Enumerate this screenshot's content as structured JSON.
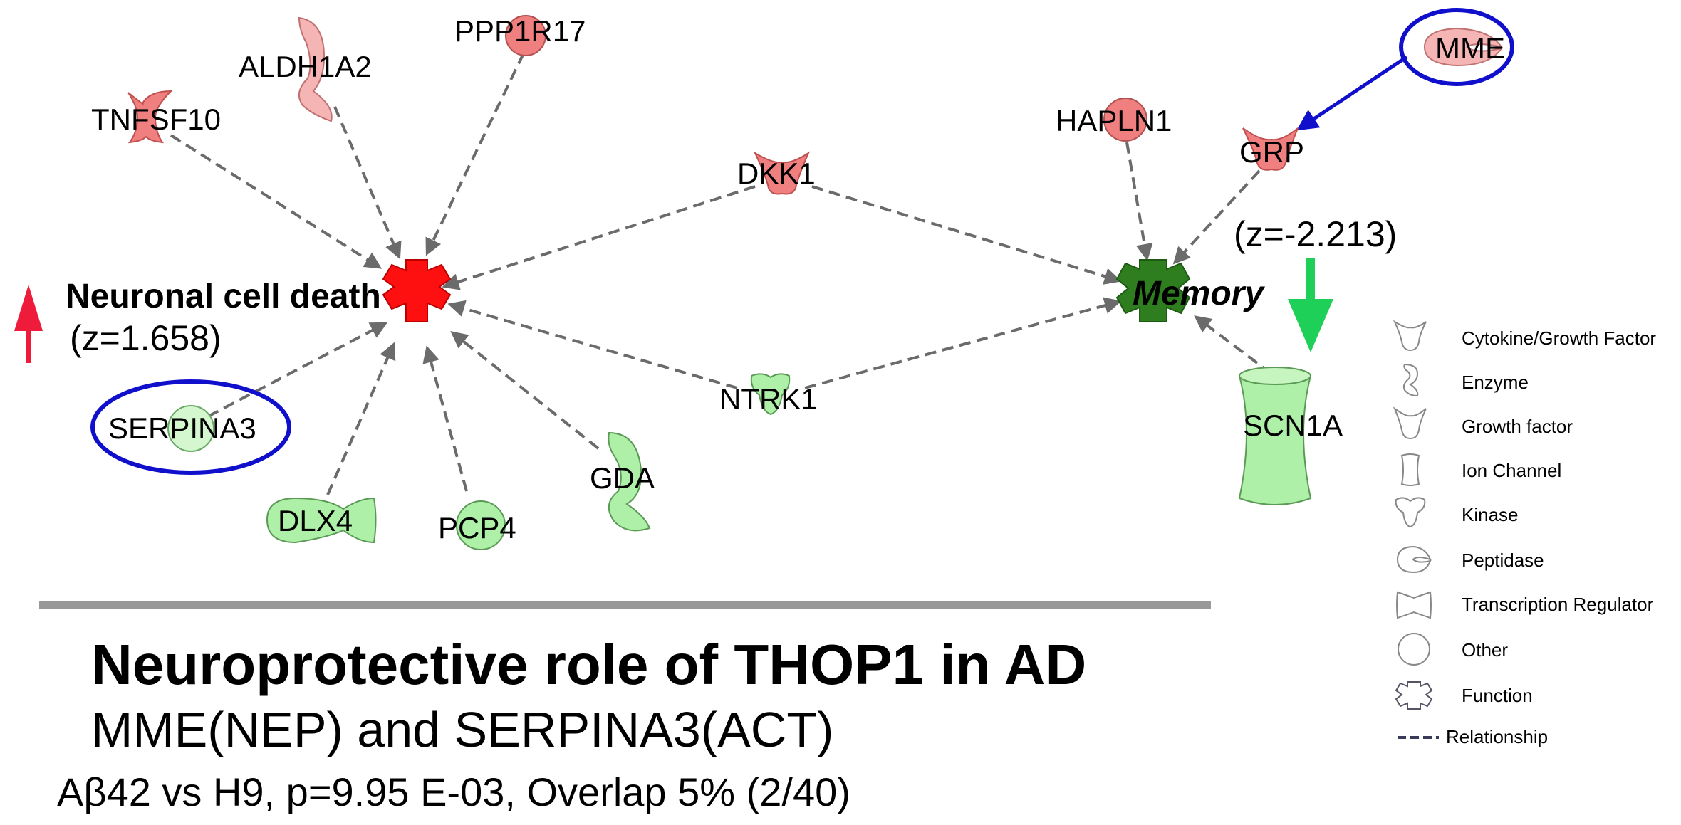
{
  "nodes": {
    "tnfsf10": "TNFSF10",
    "aldh1a2": "ALDH1A2",
    "ppp1r17": "PPP1R17",
    "dkk1": "DKK1",
    "hapln1": "HAPLN1",
    "mme": "MME",
    "grp": "GRP",
    "ntrk1": "NTRK1",
    "serpina3": "SERPINA3",
    "dlx4": "DLX4",
    "pcp4": "PCP4",
    "gda": "GDA",
    "scn1a": "SCN1A"
  },
  "functions": {
    "neuronal": {
      "label": "Neuronal cell death",
      "z": "(z=1.658)",
      "direction": "up"
    },
    "memory": {
      "label": "Memory",
      "z": "(z=-2.213)",
      "direction": "down"
    }
  },
  "legend": [
    {
      "label": "Cytokine/Growth Factor",
      "icon": "cytokine-icon"
    },
    {
      "label": "Enzyme",
      "icon": "enzyme-icon"
    },
    {
      "label": "Growth factor",
      "icon": "growth-factor-icon"
    },
    {
      "label": "Ion Channel",
      "icon": "ion-channel-icon"
    },
    {
      "label": "Kinase",
      "icon": "kinase-icon"
    },
    {
      "label": "Peptidase",
      "icon": "peptidase-icon"
    },
    {
      "label": "Transcription Regulator",
      "icon": "transcription-regulator-icon"
    },
    {
      "label": "Other",
      "icon": "other-icon"
    },
    {
      "label": "Function",
      "icon": "function-icon"
    },
    {
      "label": "Relationship",
      "icon": "relationship-icon"
    }
  ],
  "caption": {
    "title": "Neuroprotective role of THOP1 in AD",
    "subtitle": "MME(NEP) and SERPINA3(ACT)",
    "stats": "Aβ42 vs H9, p=9.95 E-03, Overlap 5% (2/40)"
  },
  "colors": {
    "upregulated": "#f08080",
    "upregulated_light": "#f5b5b5",
    "downregulated": "#aef0a8",
    "neuronal_function": "#ff1010",
    "memory_function": "#2e7d1e",
    "up_arrow": "#ee1c3a",
    "down_arrow": "#1ecf58",
    "highlight_ring": "#1010cc",
    "edge": "#6b6b6b"
  }
}
